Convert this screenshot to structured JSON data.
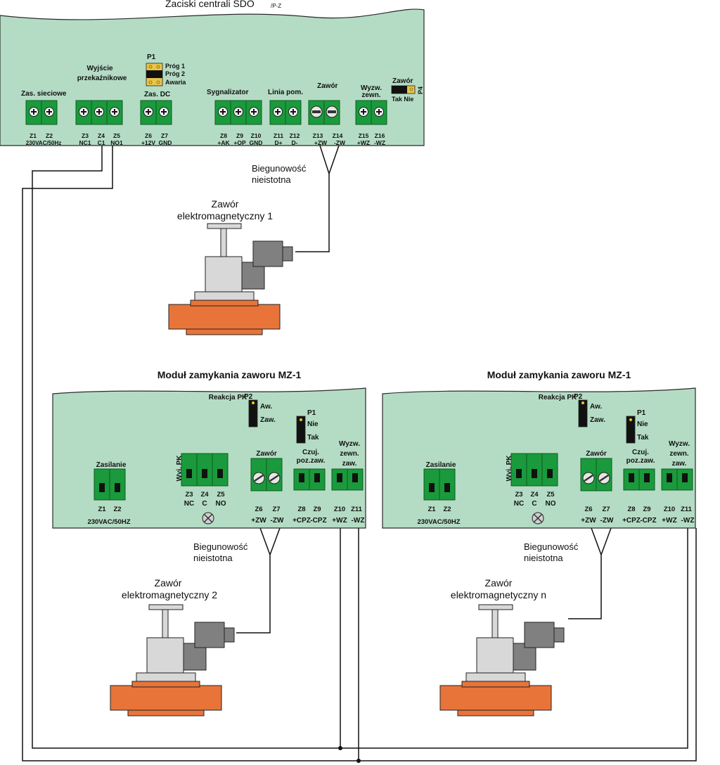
{
  "central": {
    "title": "Zaciski centrali SDO",
    "title_sub": "/P-Z",
    "groups": {
      "supply": "Zas. sieciowe",
      "relay_line1": "Wyjście",
      "relay_line2": "przekaźnikowe",
      "dc": "Zas. DC",
      "signal": "Sygnalizator",
      "line": "Linia pom.",
      "valve": "Zawór",
      "ext_line1": "Wyzw.",
      "ext_line2": "zewn."
    },
    "jumper_p1": {
      "name": "P1",
      "options": [
        "Próg 1",
        "Próg 2",
        "Awaria"
      ]
    },
    "jumper_p4": {
      "title": "Zawór",
      "name": "P4",
      "options": "Tak Nie"
    },
    "terminal_ids": [
      "Z1",
      "Z2",
      "Z3",
      "Z4",
      "Z5",
      "Z6",
      "Z7",
      "Z8",
      "Z9",
      "Z10",
      "Z11",
      "Z12",
      "Z13",
      "Z14",
      "Z15",
      "Z16"
    ],
    "terminal_labels": [
      "230VAC/50Hz",
      "NC1",
      "C1",
      "NO1",
      "+12V",
      "GND",
      "+AK",
      "+OP",
      "GND",
      "D+",
      "D-",
      "+ZW",
      "-ZW",
      "+WZ",
      "-WZ"
    ]
  },
  "polarity_note": {
    "line1": "Biegunowość",
    "line2": "nieistotna"
  },
  "valves": [
    {
      "line1": "Zawór",
      "line2": "elektromagnetyczny 1"
    },
    {
      "line1": "Zawór",
      "line2": "elektromagnetyczny 2"
    },
    {
      "line1": "Zawór",
      "line2": "elektromagnetyczny n"
    }
  ],
  "modules": [
    {
      "title": "Moduł zamykania zaworu MZ-1",
      "supply": "Zasilanie",
      "wyj_pk": "Wyj. PK",
      "valve": "Zawór",
      "czuj_line1": "Czuj.",
      "czuj_line2": "poz.zaw.",
      "wyzw_line1": "Wyzw.",
      "wyzw_line2": "zewn.",
      "wyzw_line3": "zaw.",
      "reakcja": "Reakcja PK",
      "p2": {
        "name": "P2",
        "opt1": "Aw.",
        "opt2": "Zaw."
      },
      "p1": {
        "name": "P1",
        "opt1": "Nie",
        "opt2": "Tak"
      },
      "terminal_ids": [
        "Z1",
        "Z2",
        "Z3",
        "Z4",
        "Z5",
        "Z6",
        "Z7",
        "Z8",
        "Z9",
        "Z10",
        "Z11"
      ],
      "terminal_labels": [
        "230VAC/50HZ",
        "NC",
        "C",
        "NO",
        "+ZW",
        "-ZW",
        "+CPZ",
        "-CPZ",
        "+WZ",
        "-WZ"
      ]
    },
    {
      "title": "Moduł zamykania zaworu MZ-1",
      "supply": "Zasilanie",
      "wyj_pk": "Wyj. PK",
      "valve": "Zawór",
      "czuj_line1": "Czuj.",
      "czuj_line2": "poz.zaw.",
      "wyzw_line1": "Wyzw.",
      "wyzw_line2": "zewn.",
      "wyzw_line3": "zaw.",
      "reakcja": "Reakcja PK",
      "p2": {
        "name": "P2",
        "opt1": "Aw.",
        "opt2": "Zaw."
      },
      "p1": {
        "name": "P1",
        "opt1": "Nie",
        "opt2": "Tak"
      },
      "terminal_ids": [
        "Z1",
        "Z2",
        "Z3",
        "Z4",
        "Z5",
        "Z6",
        "Z7",
        "Z8",
        "Z9",
        "Z10",
        "Z11"
      ],
      "terminal_labels": [
        "230VAC/50HZ",
        "NC",
        "C",
        "NO",
        "+ZW",
        "-ZW",
        "+CPZ",
        "-CPZ",
        "+WZ",
        "-WZ"
      ]
    }
  ],
  "colors": {
    "panel_fill": "#b4dcc4",
    "terminal_green": "#1a9a3c",
    "valve_body": "#e8743a",
    "actuator_gray": "#808080",
    "bonnet_light": "#d8d8d8",
    "jumper_yellow": "#f2cf1e"
  }
}
